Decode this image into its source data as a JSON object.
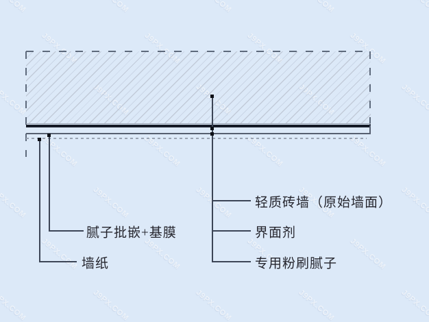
{
  "page": {
    "background_color": "#dce9f8",
    "watermark_text": "J9PX.COM"
  },
  "colors": {
    "background": "#dce9f8",
    "hatch_line": "#c2cbd9",
    "dashed_cut_border": "#5e6a7c",
    "wall_bottom_thick_line": "#151a26",
    "thin_layer_line": "#565f70",
    "dashed_layer_line": "#9ba4b3",
    "leader_line": "#3c4556",
    "label_text": "#25252d"
  },
  "labels": {
    "wall": "轻质砖墙（原始墙面）",
    "interface_agent": "界面剂",
    "plaster_putty": "专用粉刷腻子",
    "putty_base_film": "腻子批嵌+基膜",
    "wallpaper": "墙纸"
  }
}
